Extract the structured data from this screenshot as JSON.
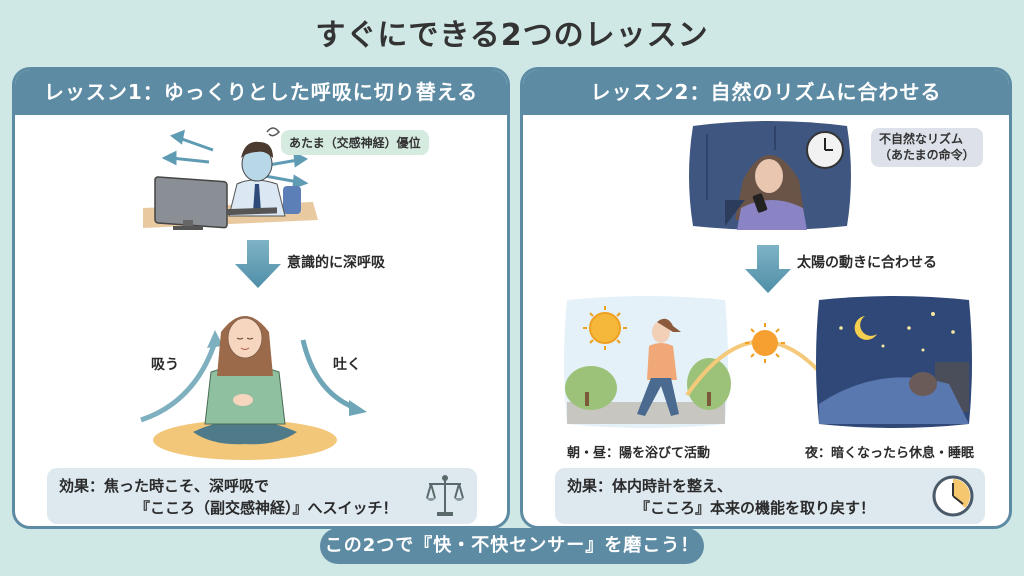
{
  "title": "すぐにできる2つのレッスン",
  "colors": {
    "background": "#cfe8e5",
    "panel_border": "#5d8ba3",
    "header": "#5d8ba3",
    "effect_box": "#dde8ef",
    "arrow": "#5f9cb3"
  },
  "lesson1": {
    "header": "レッスン1：ゆっくりとした呼吸に切り替える",
    "state_label": "あたま（交感神経）優位",
    "arrow_caption": "意識的に深呼吸",
    "inhale_label": "吸う",
    "exhale_label": "吐く",
    "effect_line1": "効果：焦った時こそ、深呼吸で",
    "effect_line2": "『こころ（副交感神経）』へスイッチ！",
    "effect_icon": "balance-scale-icon"
  },
  "lesson2": {
    "header": "レッスン2：自然のリズムに合わせる",
    "state_label_line1": "不自然なリズム",
    "state_label_line2": "（あたまの命令）",
    "arrow_caption": "太陽の動きに合わせる",
    "day_caption": "朝・昼：陽を浴びて活動",
    "night_caption": "夜：暗くなったら休息・睡眠",
    "effect_line1": "効果：体内時計を整え、",
    "effect_line2": "『こころ』本来の機能を取り戻す！",
    "effect_icon": "clock-icon"
  },
  "footer": {
    "message": "この2つで『快・不快センサー』を磨こう！"
  }
}
